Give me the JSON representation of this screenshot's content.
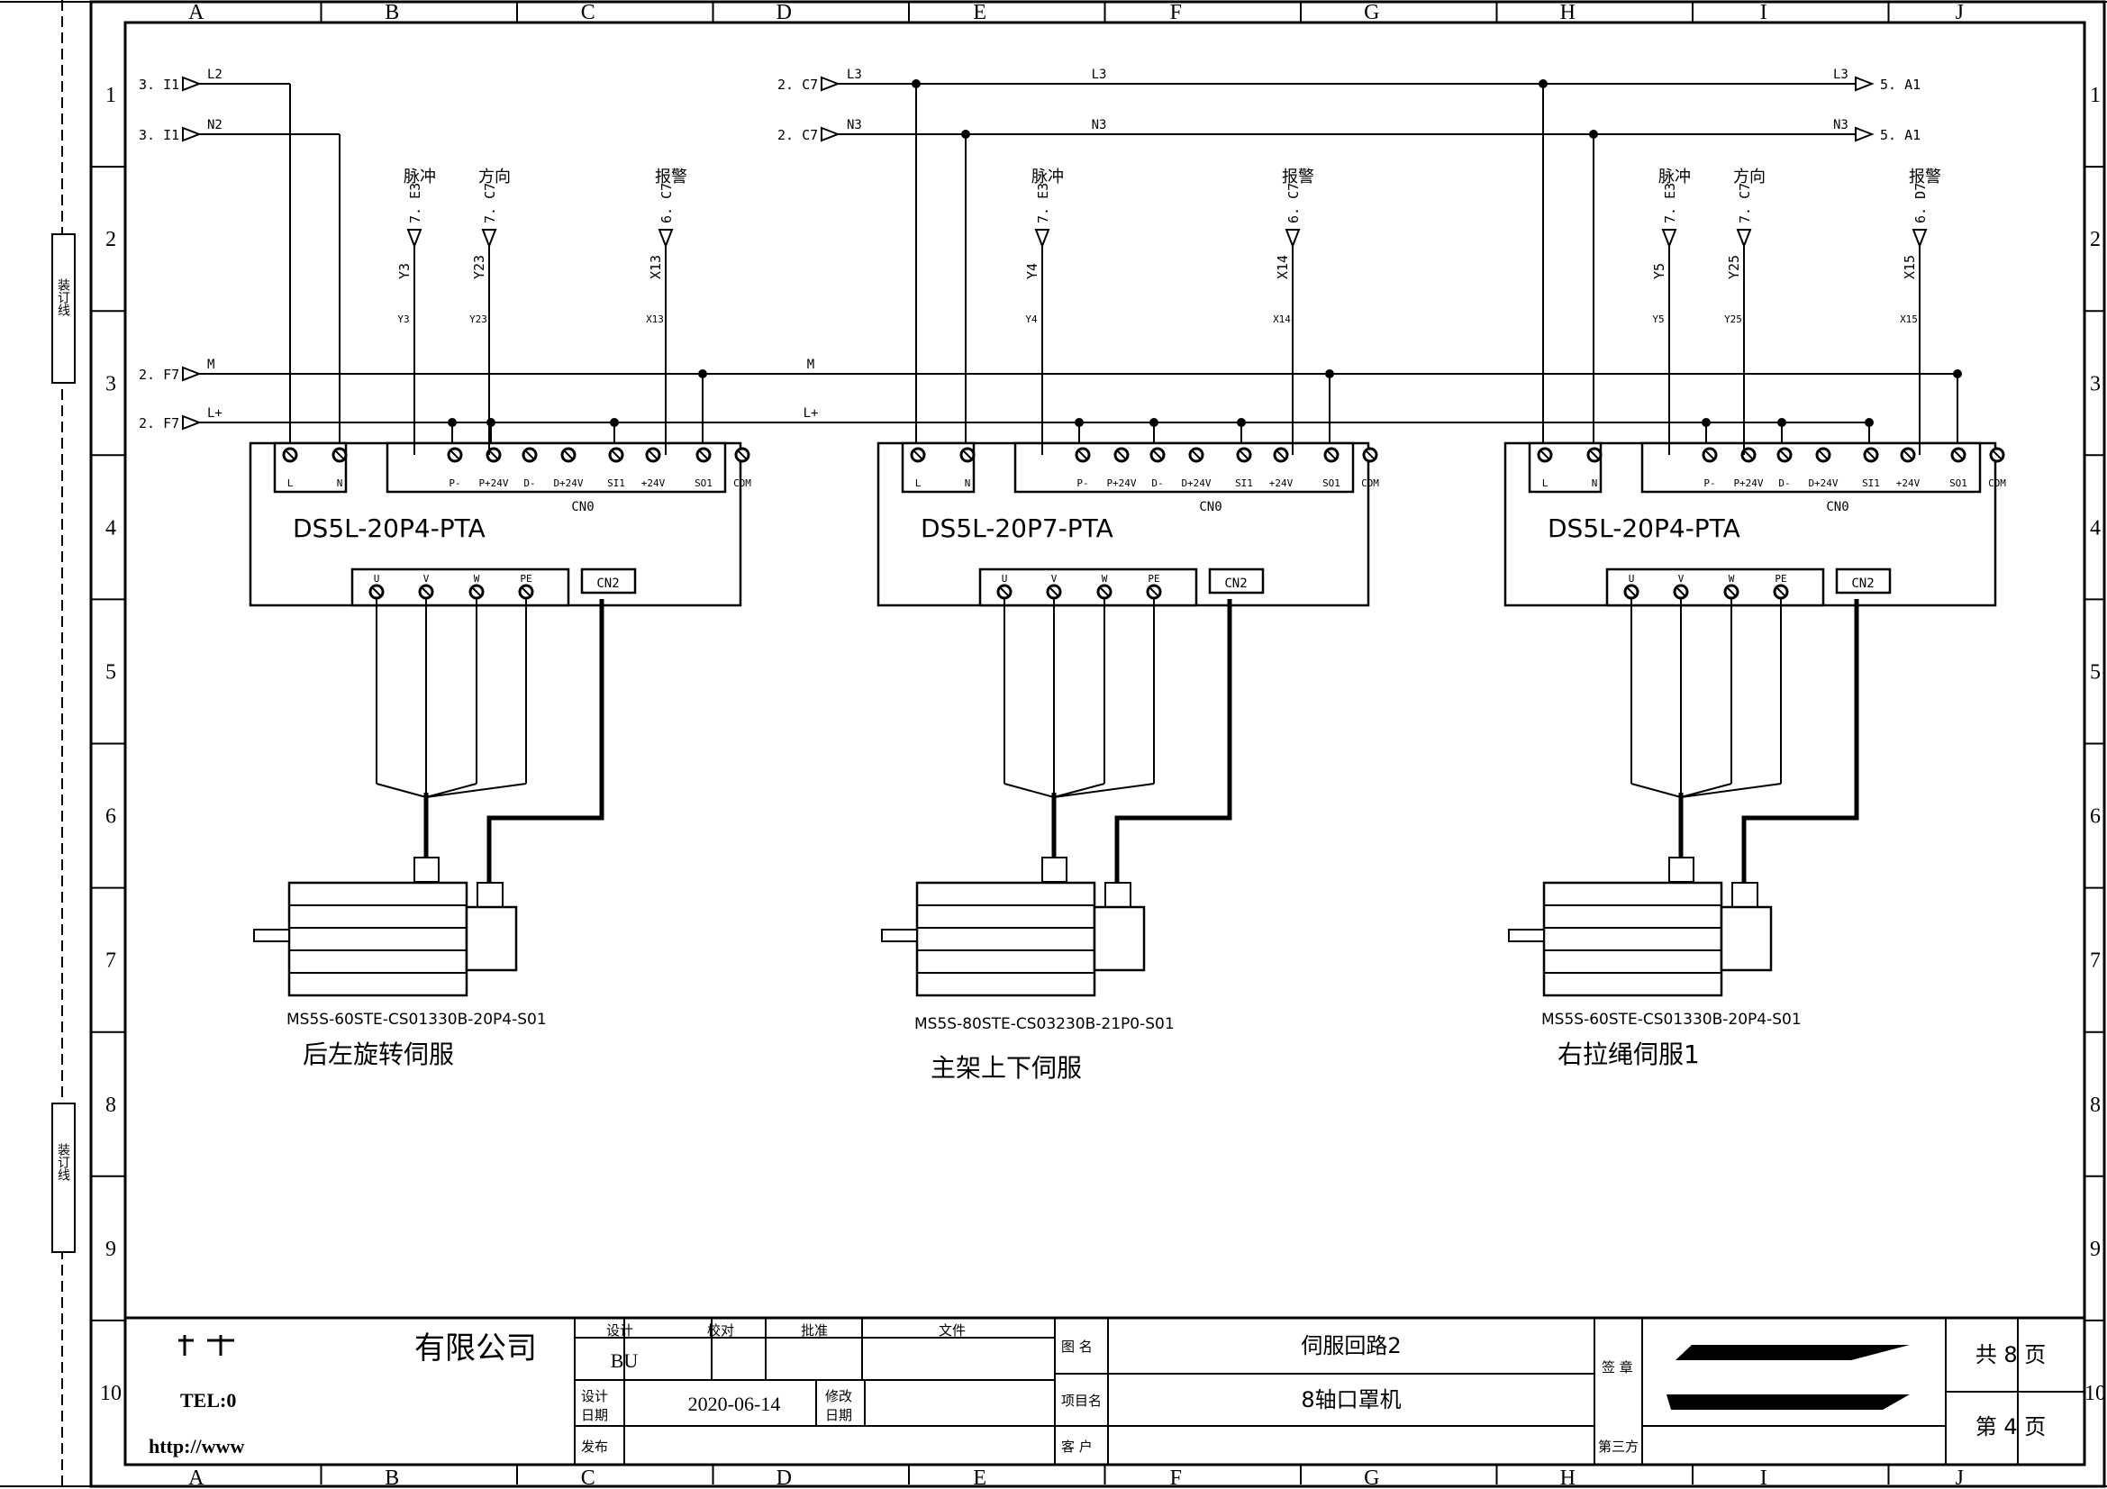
{
  "grid": {
    "columns": [
      "A",
      "B",
      "C",
      "D",
      "E",
      "F",
      "G",
      "H",
      "I",
      "J"
    ],
    "rows": [
      "1",
      "2",
      "3",
      "4",
      "5",
      "6",
      "7",
      "8",
      "9",
      "10"
    ]
  },
  "binding_line_label": "装订线",
  "left_signals": [
    {
      "ref": "3. I1",
      "name": "L2"
    },
    {
      "ref": "3. I1",
      "name": "N2"
    },
    {
      "ref": "2. F7",
      "name": "M"
    },
    {
      "ref": "2. F7",
      "name": "L+"
    }
  ],
  "center_signals": [
    {
      "ref": "2. C7",
      "name": "L3"
    },
    {
      "ref": "2. C7",
      "name": "N3"
    }
  ],
  "bus_labels": {
    "L3": "L3",
    "N3": "N3",
    "M": "M",
    "Lplus": "L+"
  },
  "right_signals": [
    {
      "name": "L3",
      "ref": "5. A1"
    },
    {
      "name": "N3",
      "ref": "5. A1"
    }
  ],
  "pin_labels": {
    "power": [
      "L",
      "N"
    ],
    "cn0": [
      "P-",
      "P+24V",
      "D-",
      "D+24V",
      "SI1",
      "+24V",
      "SO1",
      "COM"
    ],
    "cn0_name": "CN0",
    "motor": [
      "U",
      "V",
      "W",
      "PE"
    ],
    "cn2_name": "CN2"
  },
  "drives": [
    {
      "model": "DS5L-20P4-PTA",
      "motor_model": "MS5S-60STE-CS01330B-20P4-S01",
      "axis_name": "后左旋转伺服",
      "io": [
        {
          "title": "脉冲",
          "ref": "7. E3",
          "addr": "Y3",
          "tag": "Y3"
        },
        {
          "title": "方向",
          "ref": "7. C7",
          "addr": "Y23",
          "tag": "Y23"
        },
        {
          "title": "报警",
          "ref": "6. C7",
          "addr": "X13",
          "tag": "X13"
        }
      ]
    },
    {
      "model": "DS5L-20P7-PTA",
      "motor_model": "MS5S-80STE-CS03230B-21P0-S01",
      "axis_name": "主架上下伺服",
      "io": [
        {
          "title": "脉冲",
          "ref": "7. E3",
          "addr": "Y4",
          "tag": "Y4"
        },
        {
          "title": "报警",
          "ref": "6. C7",
          "addr": "X14",
          "tag": "X14"
        }
      ]
    },
    {
      "model": "DS5L-20P4-PTA",
      "motor_model": "MS5S-60STE-CS01330B-20P4-S01",
      "axis_name": "右拉绳伺服1",
      "io": [
        {
          "title": "脉冲",
          "ref": "7. E3",
          "addr": "Y5",
          "tag": "Y5"
        },
        {
          "title": "方向",
          "ref": "7. C7",
          "addr": "Y25",
          "tag": "Y25"
        },
        {
          "title": "报警",
          "ref": "6. D7",
          "addr": "X15",
          "tag": "X15"
        }
      ]
    }
  ],
  "title_block": {
    "company_suffix": "有限公司",
    "tel": "TEL:0",
    "web": "http://www",
    "design_label": "设计",
    "check_label": "校对",
    "approve_label": "批准",
    "file_label": "文件",
    "designer": "BU",
    "design_date_label": "设计\n日期",
    "design_date": "2020-06-14",
    "modify_date_label": "修改\n日期",
    "publish_label": "发布",
    "drawing_name_label": "图 名",
    "drawing_name": "伺服回路2",
    "project_label": "项目名",
    "project": "8轴口罩机",
    "customer_label": "客 户",
    "sign_label": "签 章",
    "third_party_label": "第三方",
    "total_pages": "共  8  页",
    "page_no": "第  4  页"
  }
}
